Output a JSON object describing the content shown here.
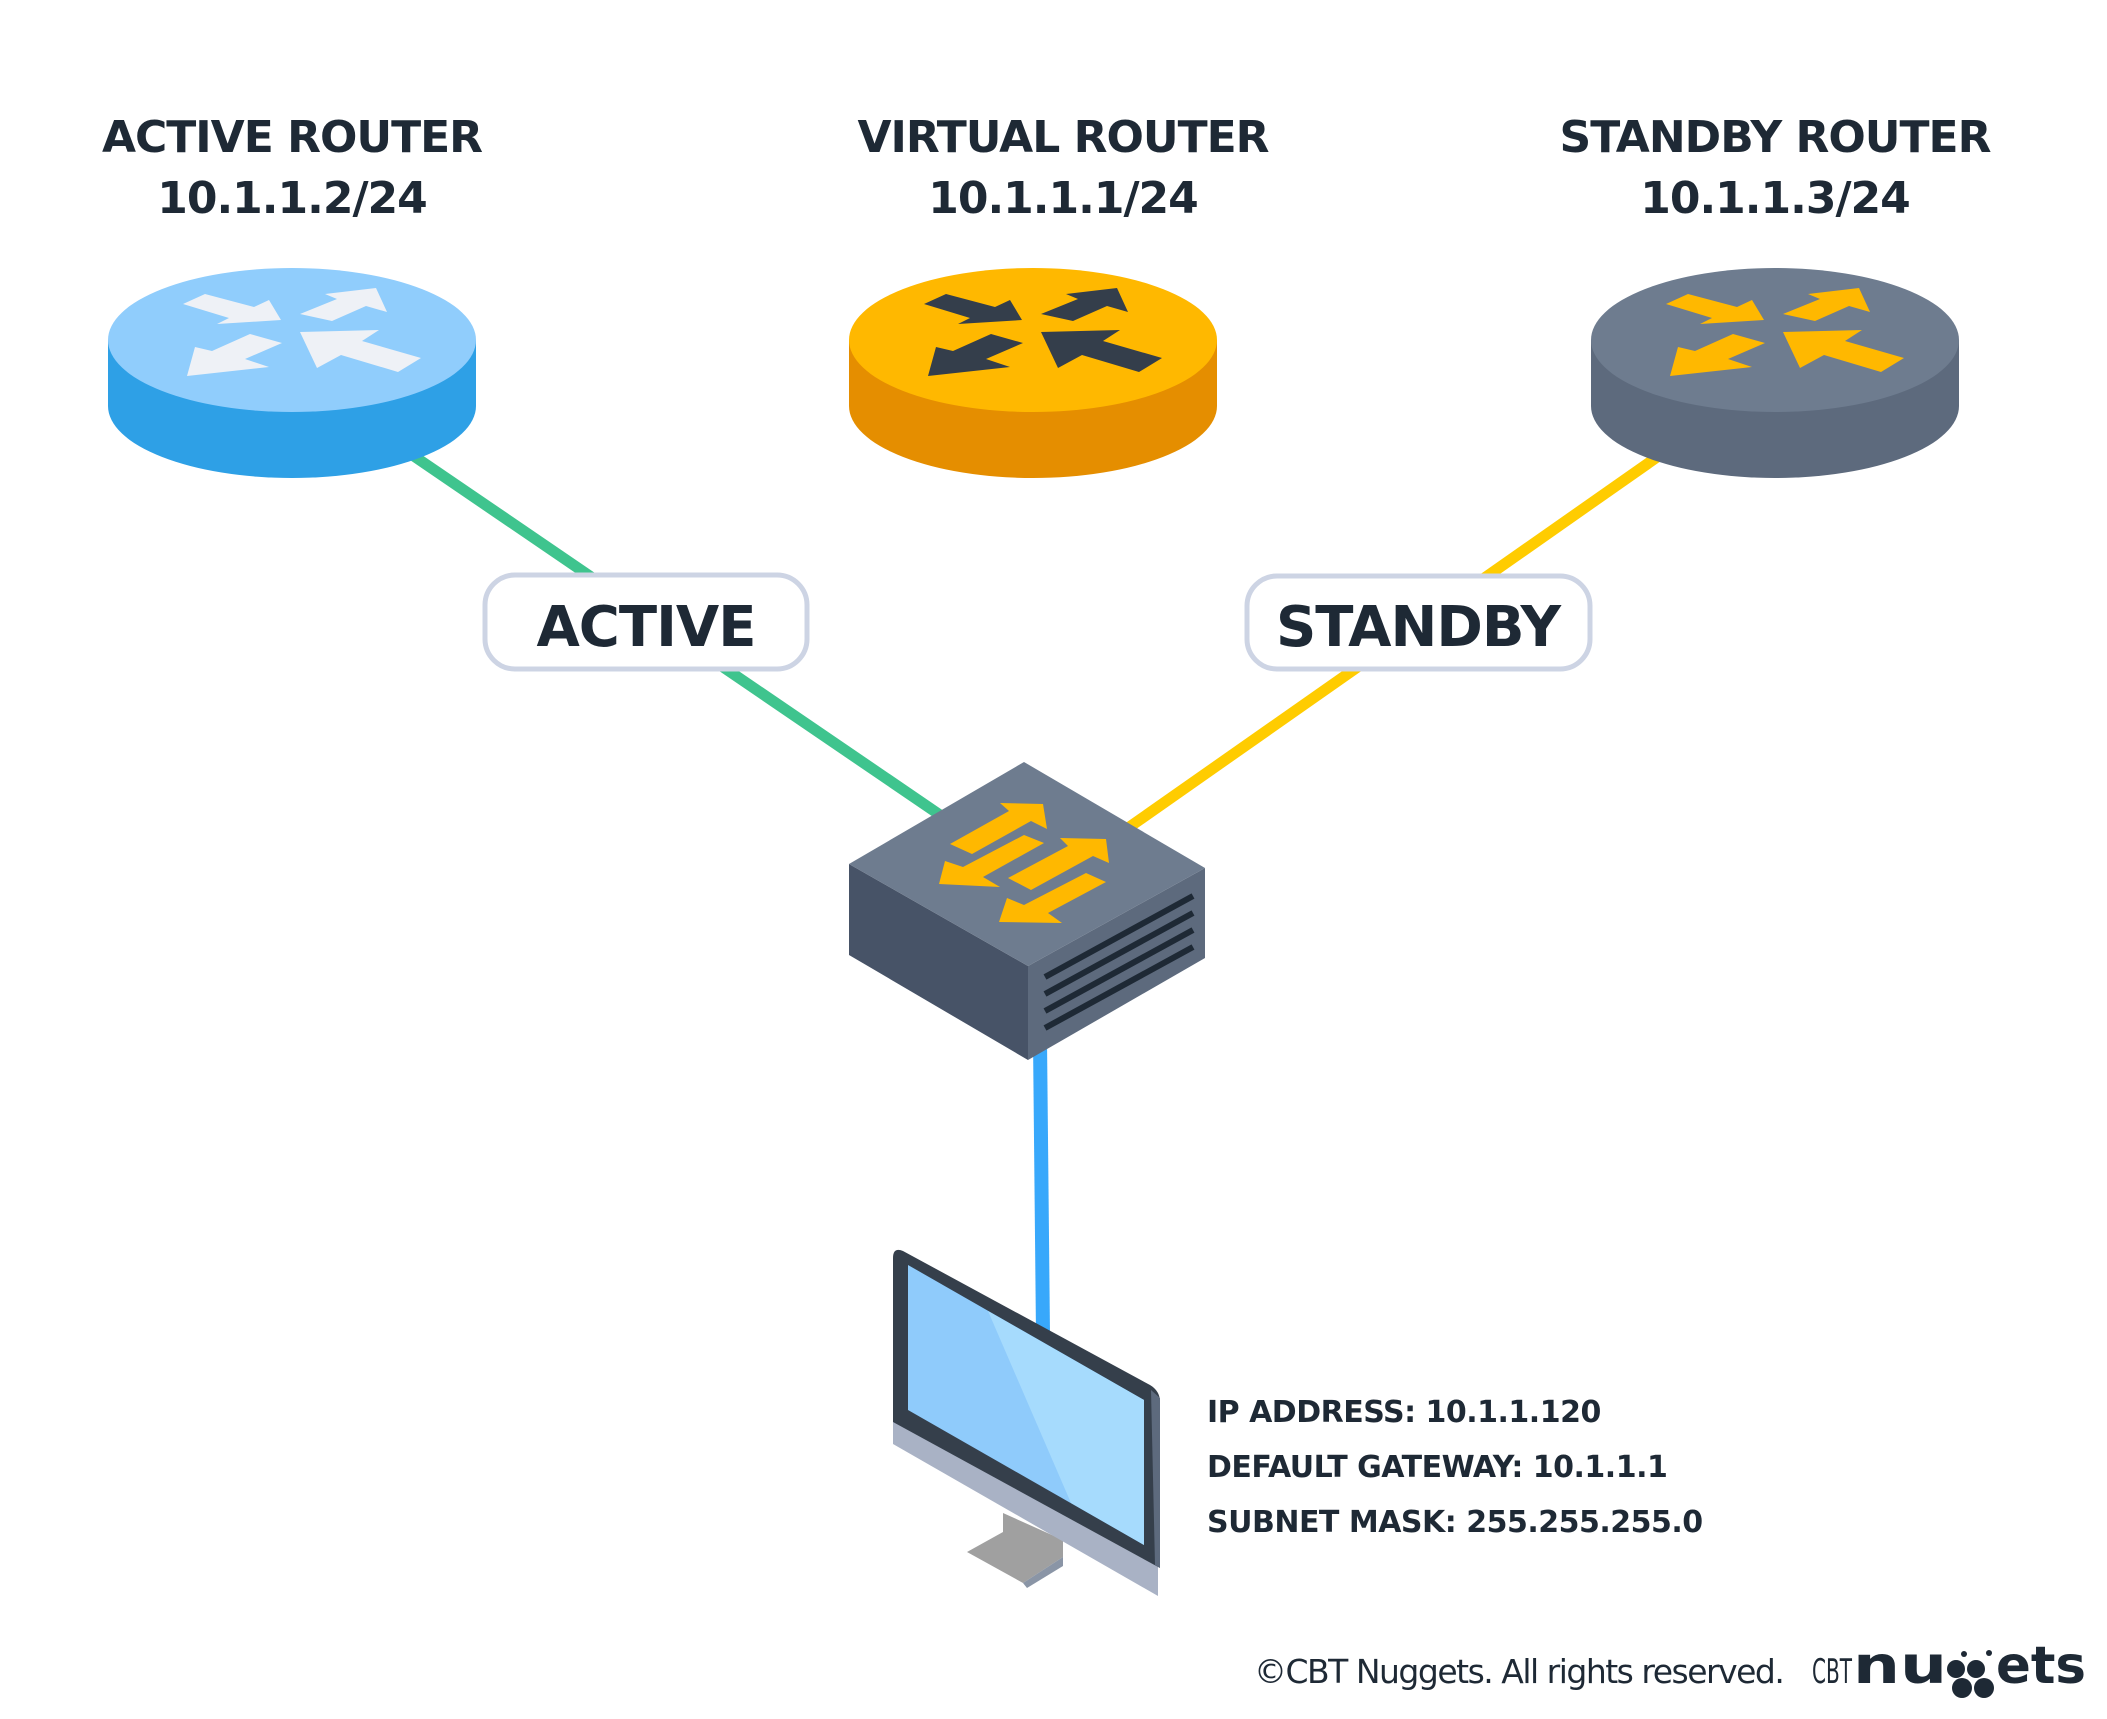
{
  "diagram": {
    "routers": {
      "active": {
        "title": "ACTIVE ROUTER",
        "ip": "10.1.1.2/24"
      },
      "virtual": {
        "title": "VIRTUAL ROUTER",
        "ip": "10.1.1.1/24"
      },
      "standby": {
        "title": "STANDBY ROUTER",
        "ip": "10.1.1.3/24"
      }
    },
    "link_labels": {
      "active": "ACTIVE",
      "standby": "STANDBY"
    },
    "host": {
      "ip_address": "IP ADDRESS: 10.1.1.120",
      "default_gateway": "DEFAULT GATEWAY: 10.1.1.1",
      "subnet_mask": "SUBNET MASK: 255.255.255.0"
    },
    "footer": {
      "copyright": "©CBT Nuggets. All rights reserved.",
      "logo_prefix": "CBT",
      "logo_part1": "nu",
      "logo_part2": "ets"
    },
    "colors": {
      "active_link": "#3FC48E",
      "standby_link": "#FFCC00",
      "host_link": "#38A8FB",
      "active_router_top": "#90CDFC",
      "active_router_side": "#2EA0E6",
      "virtual_router_top": "#FFB800",
      "virtual_router_side": "#E58E00",
      "standby_router_top": "#6E7C8F",
      "standby_router_side": "#5D6A7D",
      "text": "#1E2935",
      "pill_border": "#CDD4E4"
    },
    "icons": {
      "active_router": "router-icon",
      "virtual_router": "router-icon",
      "standby_router": "router-icon",
      "switch": "switch-icon",
      "host": "desktop-computer-icon"
    }
  }
}
